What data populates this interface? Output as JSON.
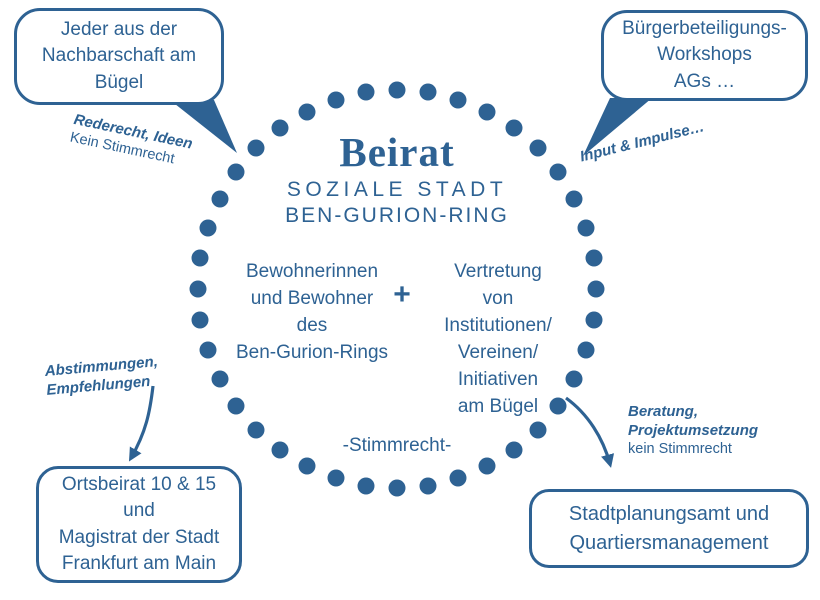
{
  "colors": {
    "accent": "#2e6293"
  },
  "circle": {
    "dot_count": 40,
    "title": "Beirat",
    "subtitle_line1": "SOZIALE STADT",
    "subtitle_line2": "BEN-GURION-RING",
    "left_group": "Bewohnerinnen\nund Bewohner\ndes\nBen-Gurion-Rings",
    "plus_sign": "+",
    "right_group": "Vertretung\nvon\nInstitutionen/\nVereinen/\nInitiativen\nam Bügel",
    "voting_note": "-Stimmrecht-"
  },
  "bubbles": {
    "top_left": "Jeder aus der\nNachbarschaft am\nBügel",
    "top_right": "Bürgerbeteiligungs-\nWorkshops\nAGs …",
    "bottom_left": "Ortsbeirat 10 & 15\nund\nMagistrat der Stadt\nFrankfurt am Main",
    "bottom_right": "Stadtplanungsamt und\nQuartiersmanagement"
  },
  "annotations": {
    "top_left_bold": "Rederecht, Ideen",
    "top_left_regular": "Kein Stimmrecht",
    "top_right_bold": "Input & Impulse…",
    "bottom_left_bold": "Abstimmungen,\nEmpfehlungen",
    "bottom_right_bold": "Beratung,\nProjektumsetzung",
    "bottom_right_regular": "kein Stimmrecht"
  }
}
